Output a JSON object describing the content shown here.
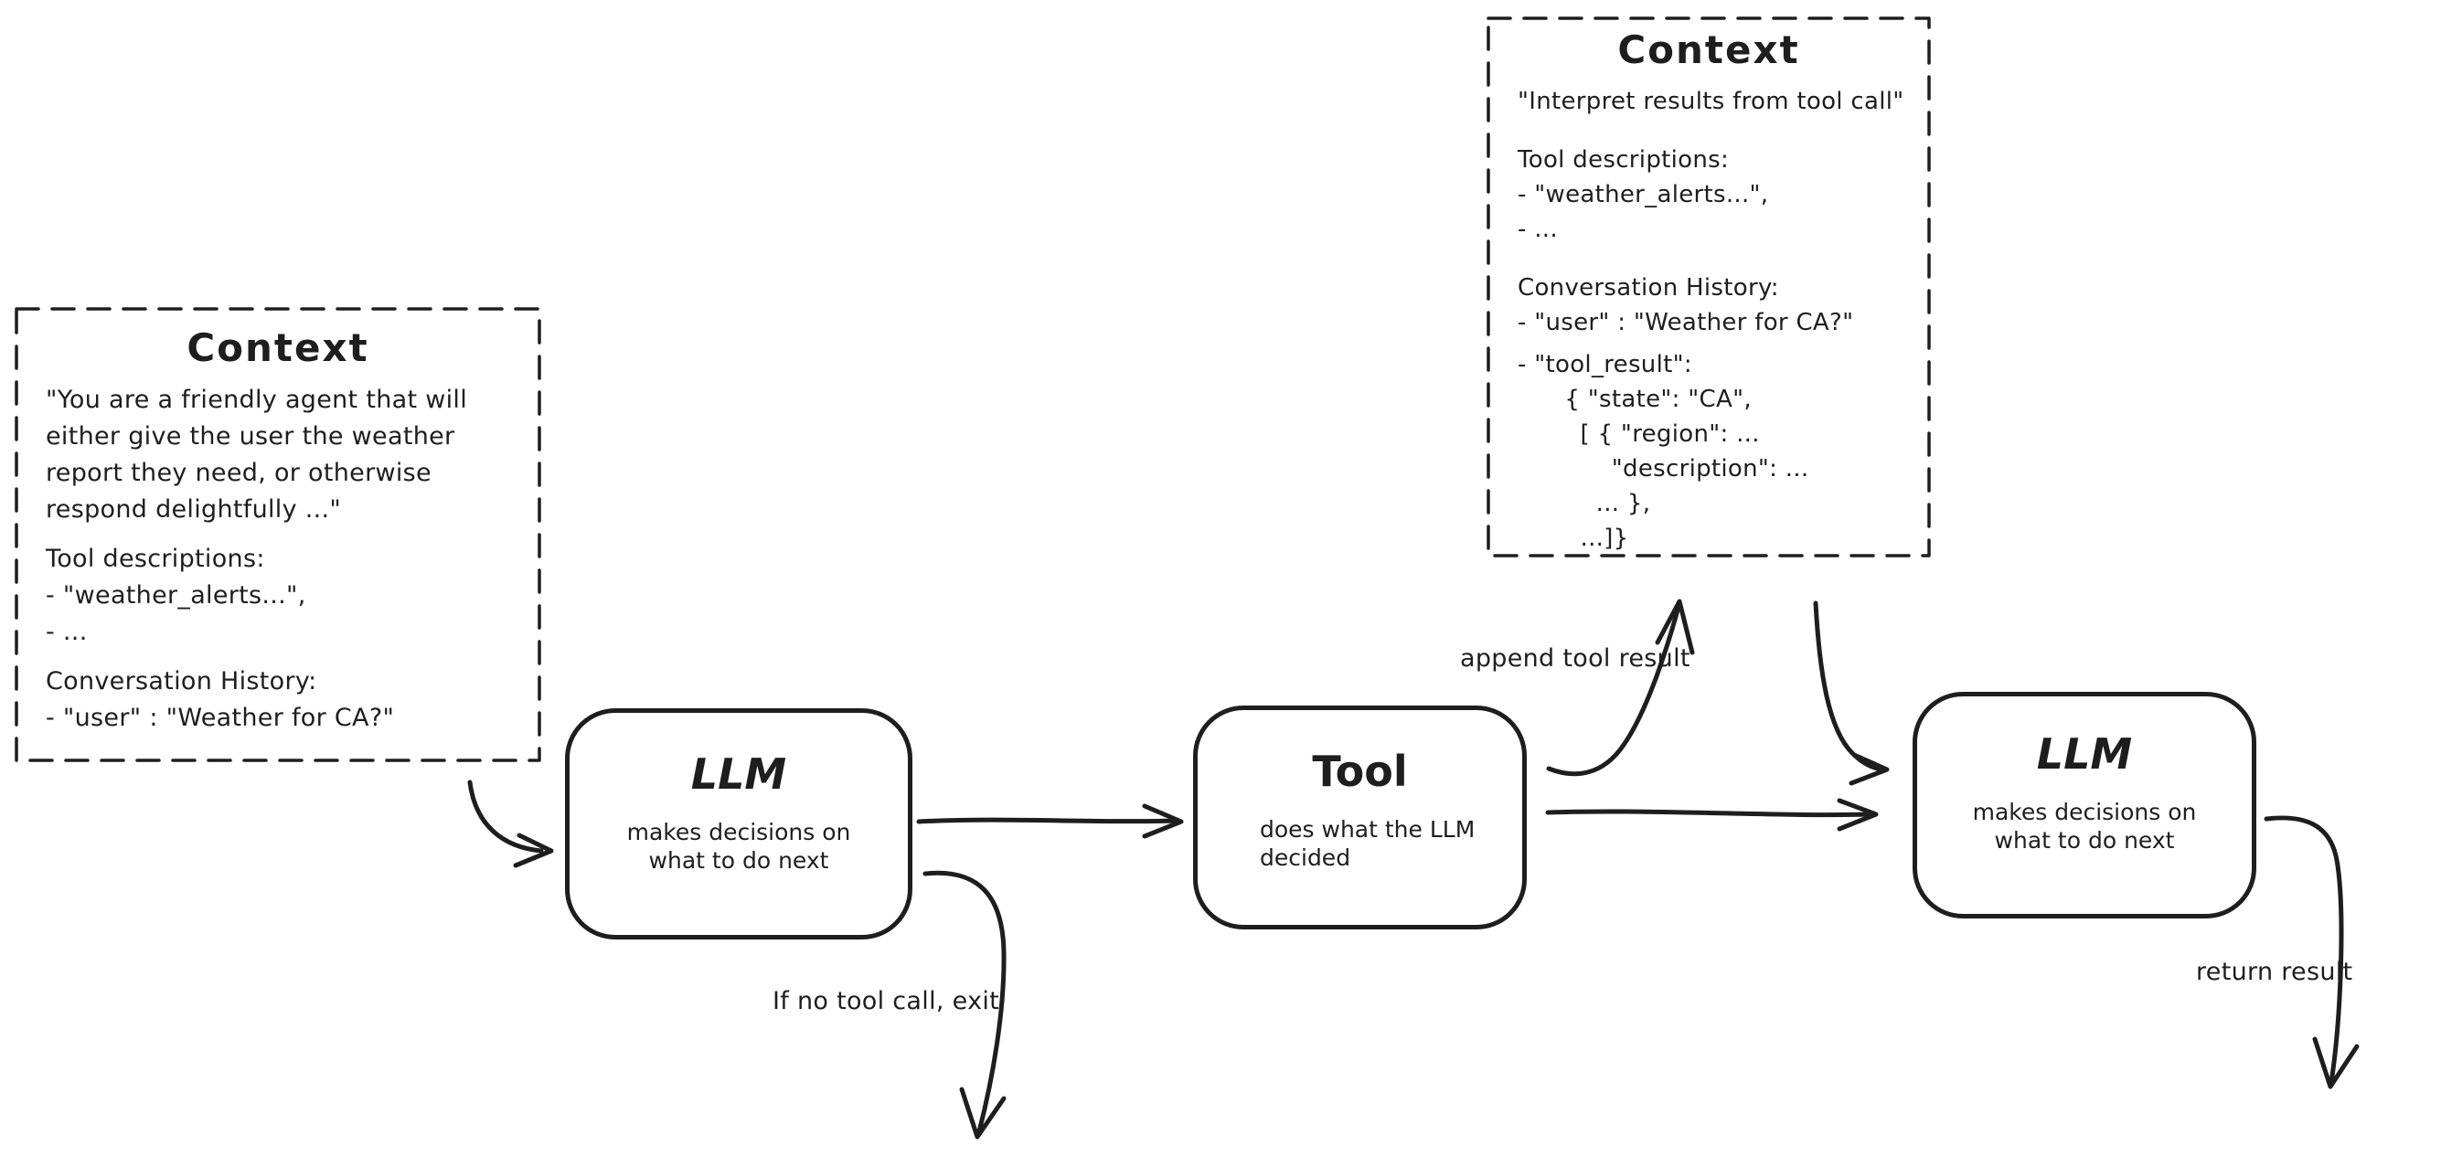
{
  "ink_color": "#1e1e1e",
  "background_color": "#ffffff",
  "context_left": {
    "title": "Context",
    "lines": [
      "\"You are a friendly agent that will",
      "either give the user the weather",
      "report they need, or otherwise",
      "respond delightfully ...\"",
      "",
      "Tool descriptions:",
      "- \"weather_alerts...\",",
      "- ...",
      "",
      "Conversation History:",
      "- \"user\" : \"Weather for CA?\""
    ]
  },
  "context_right": {
    "title": "Context",
    "lines": [
      "\"Interpret results from tool call\"",
      "",
      "Tool descriptions:",
      "- \"weather_alerts...\",",
      "- ...",
      "",
      "Conversation History:",
      "- \"user\" : \"Weather for CA?\"",
      "",
      "- \"tool_result\":",
      "      { \"state\": \"CA\",",
      "        [ { \"region\": ...",
      "            \"description\": ...",
      "          ... },",
      "        ...]}"
    ]
  },
  "nodes": {
    "llm1": {
      "title": "LLM",
      "sub1": "makes decisions on",
      "sub2": "what to do next"
    },
    "tool": {
      "title": "Tool",
      "sub1": "does what the LLM",
      "sub2": "decided"
    },
    "llm2": {
      "title": "LLM",
      "sub1": "makes decisions on",
      "sub2": "what to do next"
    }
  },
  "edge_labels": {
    "append_tool_result": "append tool result",
    "if_no_tool_call_exit": "If no tool call, exit",
    "return_result": "return result"
  }
}
